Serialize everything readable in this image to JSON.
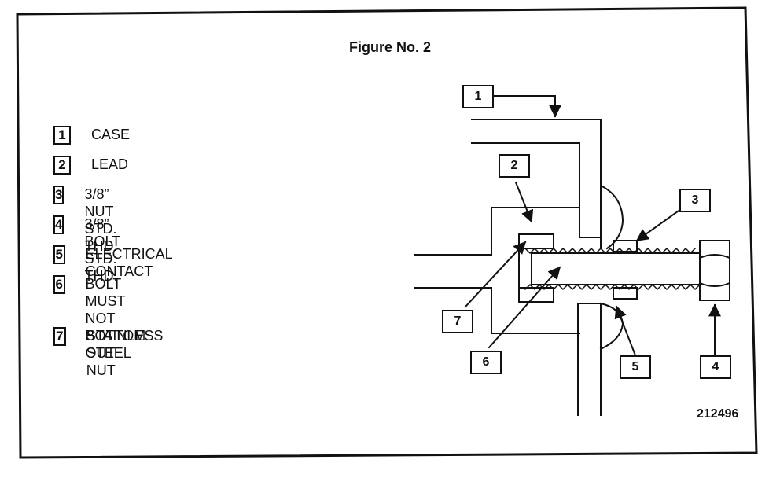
{
  "figure": {
    "title": "Figure No. 2",
    "code": "212496"
  },
  "legend": [
    {
      "number": "1",
      "label": "CASE"
    },
    {
      "number": "2",
      "label": "LEAD"
    },
    {
      "number": "3",
      "label": "3/8” NUT STD. THD."
    },
    {
      "number": "4",
      "label": "3/8” BOLT STD. THD."
    },
    {
      "number": "5",
      "label": "ELECTRICAL CONTACT"
    },
    {
      "number": "6",
      "label": "BOLT MUST NOT\nBOTTOM OUT"
    },
    {
      "number": "7",
      "label": "STAINLESS STEEL\nNUT"
    }
  ],
  "callouts": [
    "1",
    "2",
    "3",
    "4",
    "5",
    "6",
    "7"
  ]
}
